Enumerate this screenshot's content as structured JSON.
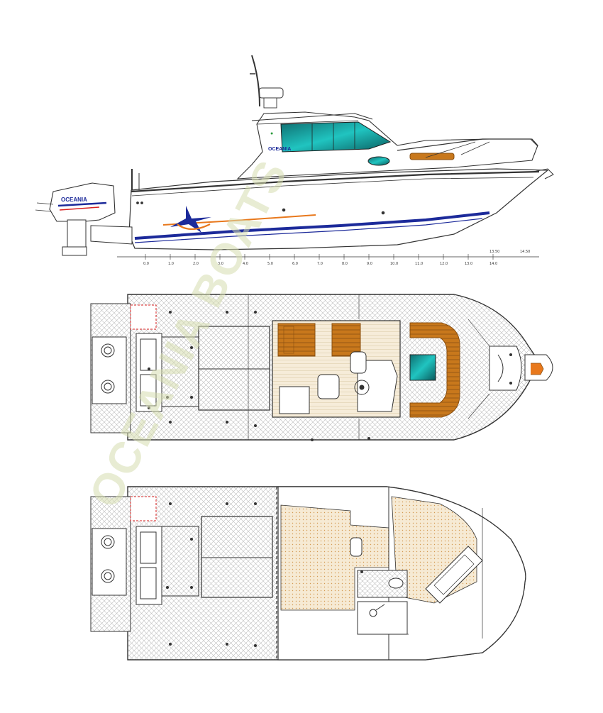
{
  "hull_brand": "OCEANIA",
  "engine_brand": "OCEANIA",
  "watermark": "OCEANIA BOATS",
  "ruler": {
    "ticks": [
      "0.0",
      "1.0",
      "2.0",
      "3.0",
      "4.0",
      "5.0",
      "6.0",
      "7.0",
      "8.0",
      "9.0",
      "10.0",
      "11.0",
      "12.0",
      "13.0",
      "14.0"
    ],
    "note_a": "13.50",
    "note_b": "14.50"
  },
  "colors": {
    "line": "#333333",
    "deck_hatch": "#e4e4e4",
    "teak": "#c8781c",
    "teak_dark": "#8a4f10",
    "glass": "#1fb8b0",
    "stripe_blue": "#1c2a9a",
    "stripe_orange": "#e8781c",
    "cabin_floor": "#f3e9d6",
    "watermark": "#d6dcae"
  },
  "views": [
    "side-elevation",
    "deck-plan",
    "cabin-layout"
  ]
}
